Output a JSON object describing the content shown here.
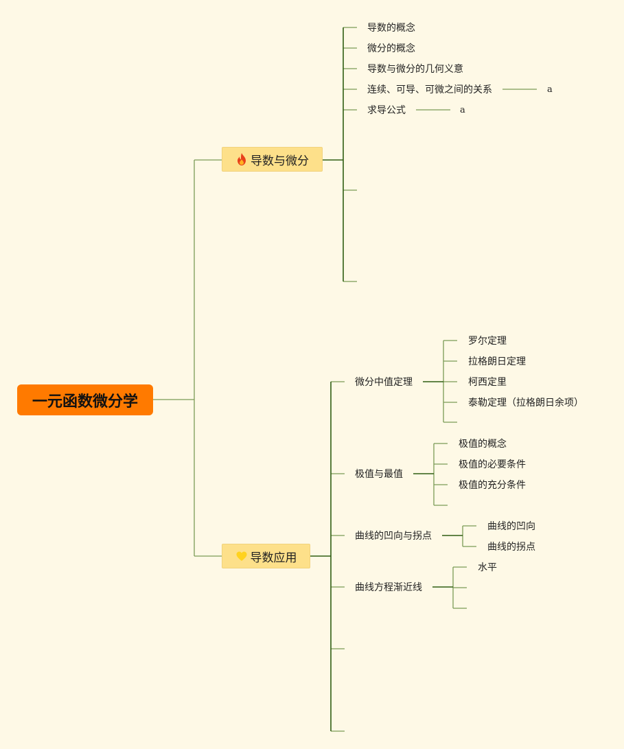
{
  "root": {
    "label": "一元函数微分学"
  },
  "branch1": {
    "label": "导数与微分",
    "icon": "fire-icon",
    "items": [
      "导数的概念",
      "微分的概念",
      "导数与微分的几何义意",
      "连续、可导、可微之间的关系",
      "求导公式"
    ],
    "notes": [
      "a",
      "a"
    ]
  },
  "branch2": {
    "label": "导数应用",
    "icon": "heart-icon",
    "groups": [
      {
        "label": "微分中值定理",
        "children": [
          "罗尔定理",
          "拉格朗日定理",
          "柯西定里",
          "泰勒定理（拉格朗日余项）"
        ]
      },
      {
        "label": "极值与最值",
        "children": [
          "极值的概念",
          "极值的必要条件",
          "极值的充分条件"
        ]
      },
      {
        "label": "曲线的凹向与拐点",
        "children": [
          "曲线的凹向",
          "曲线的拐点"
        ]
      },
      {
        "label": "曲线方程渐近线",
        "children": [
          "水平"
        ]
      }
    ]
  },
  "colors": {
    "root": "#ff7a00",
    "branch_fill": "#fde08a",
    "line_dark": "#2e5d12",
    "line_light": "#7a9a55",
    "background": "#fef9e6"
  }
}
